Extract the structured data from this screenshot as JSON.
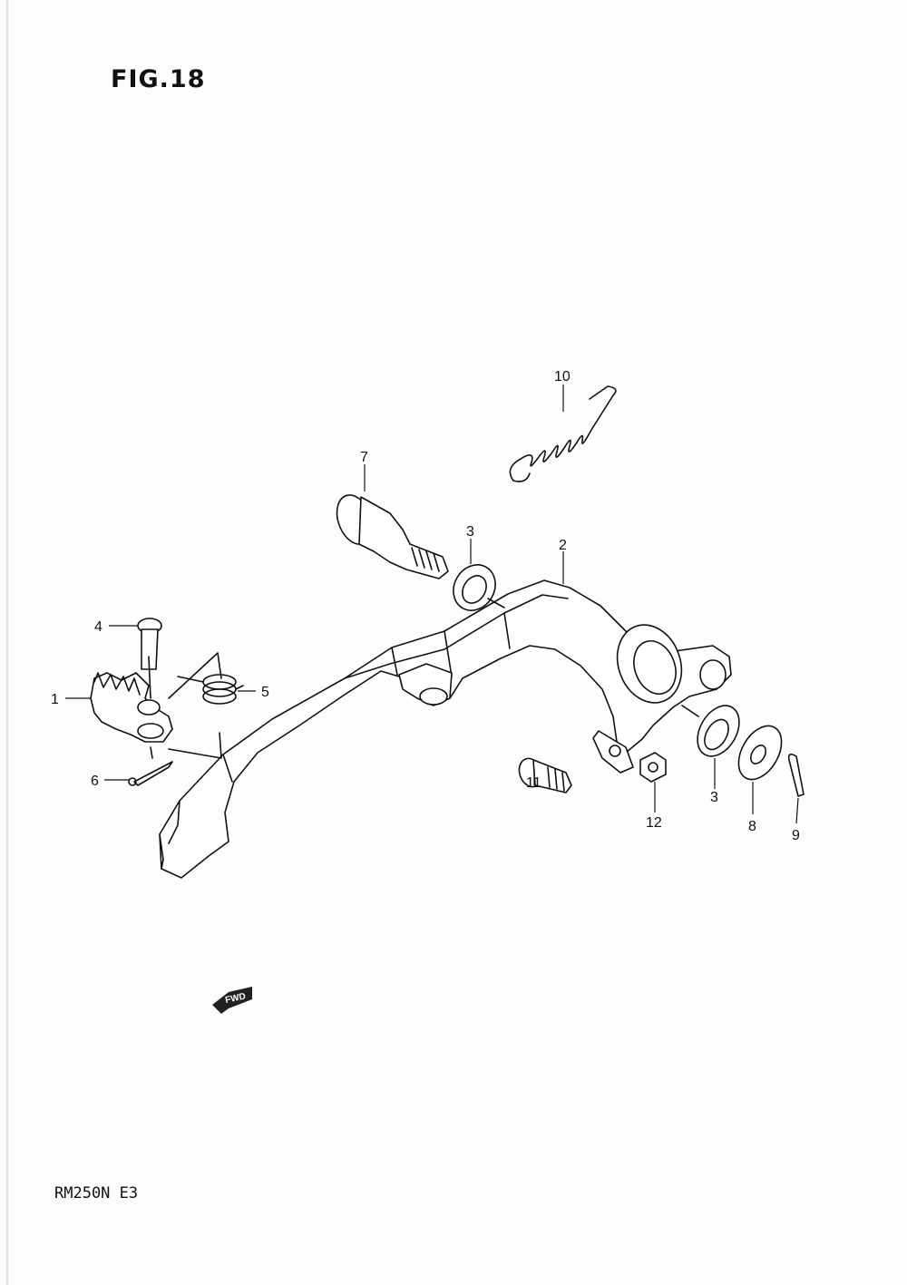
{
  "figure": {
    "title": "FIG.18",
    "model_code": "RM250N E3",
    "fwd_marker": "FWD"
  },
  "callouts": {
    "c1": "1",
    "c2": "2",
    "c3a": "3",
    "c3b": "3",
    "c4": "4",
    "c5": "5",
    "c6": "6",
    "c7": "7",
    "c8": "8",
    "c9": "9",
    "c10": "10",
    "c11": "11",
    "c12": "12"
  }
}
